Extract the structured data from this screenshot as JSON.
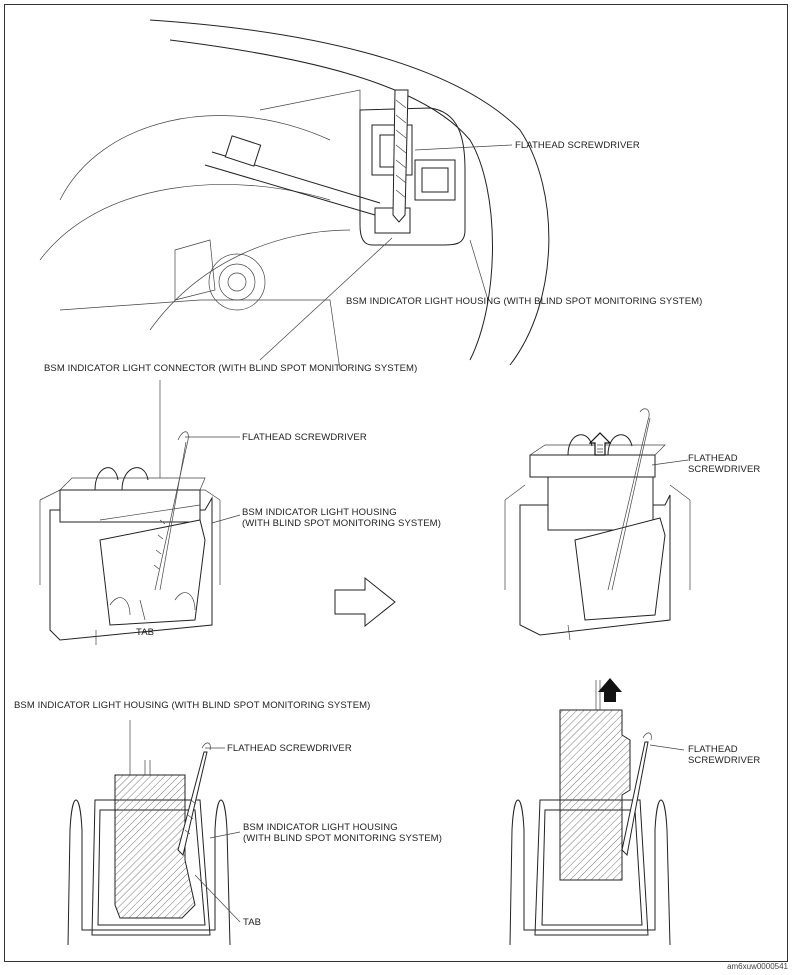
{
  "figure_code": "am6xuw0000541",
  "panel_top": {
    "flathead_screwdriver": "FLATHEAD SCREWDRIVER",
    "housing": "BSM INDICATOR LIGHT HOUSING (WITH BLIND SPOT MONITORING SYSTEM)",
    "connector": "BSM INDICATOR LIGHT CONNECTOR (WITH BLIND SPOT MONITORING SYSTEM)"
  },
  "panel_mid_left": {
    "flathead_screwdriver": "FLATHEAD SCREWDRIVER",
    "housing_line1": "BSM INDICATOR LIGHT HOUSING",
    "housing_line2": "(WITH BLIND SPOT MONITORING SYSTEM)",
    "tab": "TAB"
  },
  "panel_mid_right": {
    "flathead_line1": "FLATHEAD",
    "flathead_line2": "SCREWDRIVER"
  },
  "panel_bottom_left": {
    "housing_top": "BSM INDICATOR LIGHT HOUSING (WITH BLIND SPOT MONITORING SYSTEM)",
    "flathead_screwdriver": "FLATHEAD SCREWDRIVER",
    "housing_line1": "BSM INDICATOR LIGHT HOUSING",
    "housing_line2": "(WITH BLIND SPOT MONITORING SYSTEM)",
    "tab": "TAB"
  },
  "panel_bottom_right": {
    "flathead_line1": "FLATHEAD",
    "flathead_line2": "SCREWDRIVER"
  }
}
